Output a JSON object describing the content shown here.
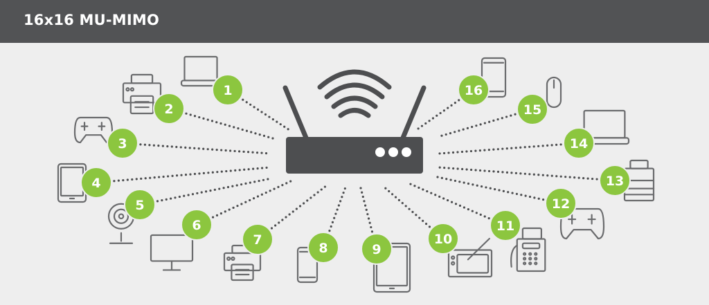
{
  "header": {
    "title": "16x16 MU-MIMO"
  },
  "colors": {
    "header_bg": "#525355",
    "background": "#eeeeee",
    "accent_green": "#8cc63f",
    "icon_gray": "#58595b",
    "router": "#4d4e50"
  },
  "router": {
    "icon": "wifi-router-icon"
  },
  "devices": [
    {
      "label": "1",
      "icon": "laptop-icon"
    },
    {
      "label": "2",
      "icon": "printer-icon"
    },
    {
      "label": "3",
      "icon": "gamepad-icon"
    },
    {
      "label": "4",
      "icon": "tablet-icon"
    },
    {
      "label": "5",
      "icon": "webcam-icon"
    },
    {
      "label": "6",
      "icon": "monitor-icon"
    },
    {
      "label": "7",
      "icon": "printer-icon"
    },
    {
      "label": "8",
      "icon": "phone-icon"
    },
    {
      "label": "9",
      "icon": "tablet-icon"
    },
    {
      "label": "10",
      "icon": "drawing-tablet-icon"
    },
    {
      "label": "11",
      "icon": "fax-icon"
    },
    {
      "label": "12",
      "icon": "gamepad-icon"
    },
    {
      "label": "13",
      "icon": "copier-icon"
    },
    {
      "label": "14",
      "icon": "laptop-icon"
    },
    {
      "label": "15",
      "icon": "mouse-icon"
    },
    {
      "label": "16",
      "icon": "phone-icon"
    }
  ]
}
